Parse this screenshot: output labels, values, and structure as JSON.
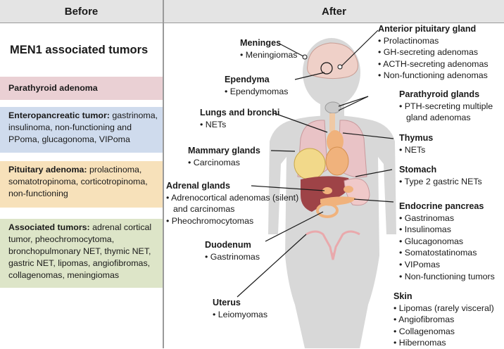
{
  "headers": {
    "before": "Before",
    "after": "After"
  },
  "before": {
    "title": "MEN1 associated tumors",
    "boxes": {
      "parathyroid": {
        "bold": "Parathyroid adenoma",
        "rest": "",
        "color": "#ead0d4"
      },
      "entero": {
        "bold": "Enteropancreatic tumor:",
        "rest": " gastrinoma, insulinoma, non-functioning and PPoma, glucagonoma, VIPoma",
        "color": "#cfdbed"
      },
      "pituitary": {
        "bold": "Pituitary adenoma:",
        "rest": " prolactinoma, somatotropinoma, corticotropinoma, non-functioning",
        "color": "#f7e1ba"
      },
      "associated": {
        "bold": "Associated tumors:",
        "rest": " adrenal cortical tumor, pheochromocytoma, bronchopulmonary NET, thymic NET, gastric NET, lipomas, angiofibromas, collagenomas, meningiomas",
        "color": "#dde5c8"
      }
    }
  },
  "after": {
    "meninges": {
      "title": "Meninges",
      "items": [
        "• Meningiomas"
      ]
    },
    "ependyma": {
      "title": "Ependyma",
      "items": [
        "• Ependymomas"
      ]
    },
    "lungs": {
      "title": "Lungs and bronchi",
      "items": [
        "• NETs"
      ]
    },
    "mammary": {
      "title": "Mammary glands",
      "items": [
        "• Carcinomas"
      ]
    },
    "adrenal": {
      "title": "Adrenal glands",
      "items": [
        "• Adrenocortical adenomas (silent)",
        "  and carcinomas",
        "• Pheochromocytomas"
      ]
    },
    "duodenum": {
      "title": "Duodenum",
      "items": [
        "• Gastrinomas"
      ]
    },
    "uterus": {
      "title": "Uterus",
      "items": [
        "• Leiomyomas"
      ]
    },
    "pituitary": {
      "title": "Anterior pituitary gland",
      "items": [
        "• Prolactinomas",
        "• GH-secreting adenomas",
        "• ACTH-secreting adenomas",
        "• Non-functioning adenomas"
      ]
    },
    "parathyroid": {
      "title": "Parathyroid glands",
      "items": [
        "• PTH-secreting multiple",
        "  gland adenomas"
      ]
    },
    "thymus": {
      "title": "Thymus",
      "items": [
        "• NETs"
      ]
    },
    "stomach": {
      "title": "Stomach",
      "items": [
        "• Type 2 gastric NETs"
      ]
    },
    "pancreas": {
      "title": "Endocrine pancreas",
      "items": [
        "• Gastrinomas",
        "• Insulinomas",
        "• Glucagonomas",
        "• Somatostatinomas",
        "• VIPomas",
        "• Non-functioning tumors"
      ]
    },
    "skin": {
      "title": "Skin",
      "items": [
        "• Lipomas (rarely visceral)",
        "• Angiofibromas",
        "• Collagenomas",
        "• Hibernomas"
      ]
    }
  },
  "colors": {
    "body": "#d8d8d8",
    "lungs": "#e9c3c6",
    "liver": "#9e4347",
    "stomach": "#f0c9c9",
    "pancreas": "#f0b27c",
    "mammary": "#f2d98a",
    "header": "#e4e4e4"
  }
}
